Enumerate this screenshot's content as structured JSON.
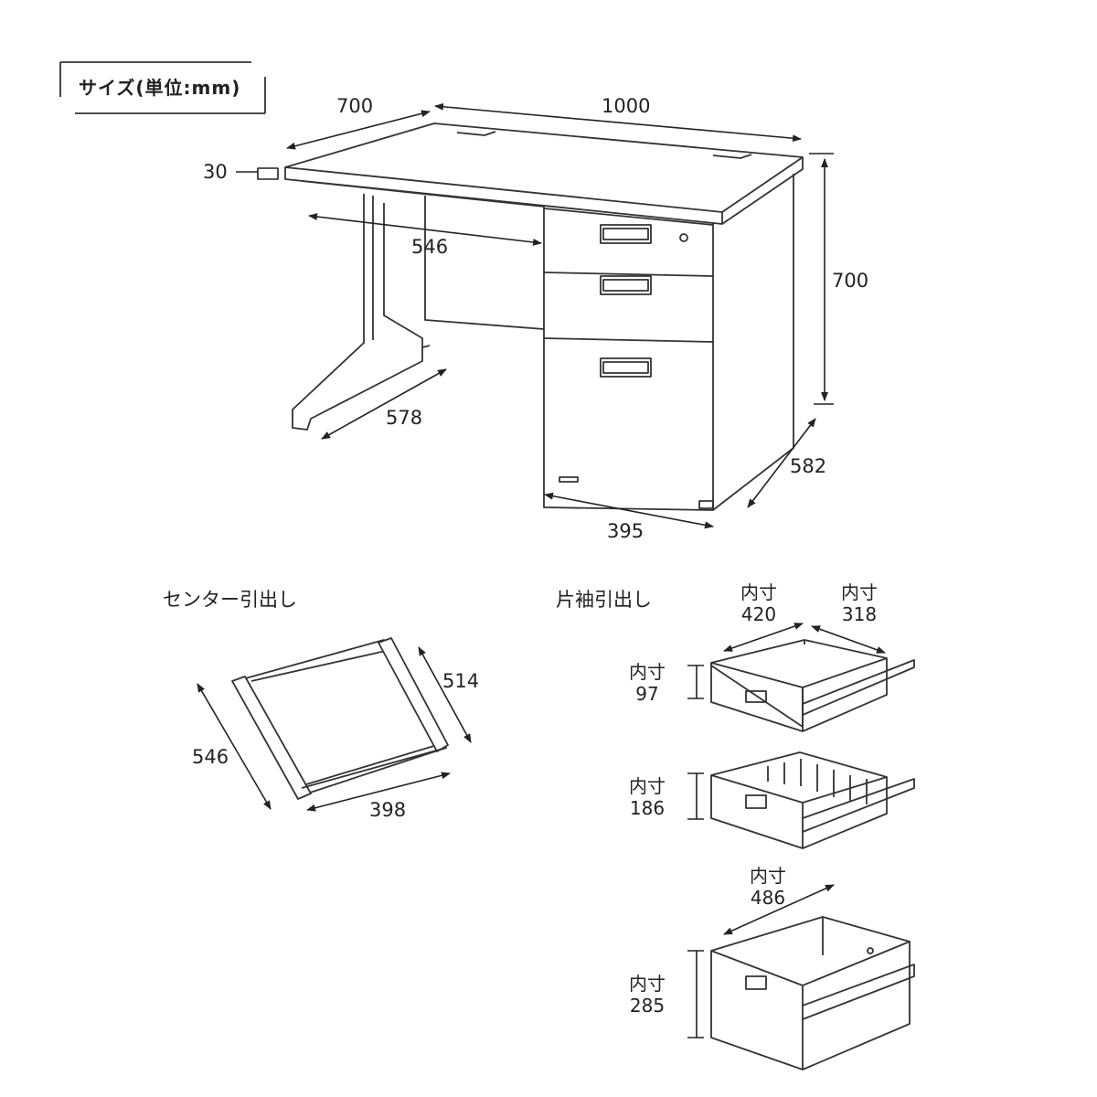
{
  "title": "サイズ(単位:mm)",
  "desk": {
    "depth": "700",
    "width": "1000",
    "top_thickness": "30",
    "center_drawer_width": "546",
    "height": "700",
    "leg_depth": "578",
    "pedestal_depth": "582",
    "pedestal_width": "395"
  },
  "center_drawer": {
    "label": "センター引出し",
    "depth": "546",
    "side": "514",
    "width": "398"
  },
  "side_drawers": {
    "label": "片袖引出し",
    "inner_label": "内寸",
    "width_inner": "420",
    "depth_inner": "318",
    "top_height": "97",
    "middle_height": "186",
    "bottom_depth": "486",
    "bottom_height": "285"
  }
}
